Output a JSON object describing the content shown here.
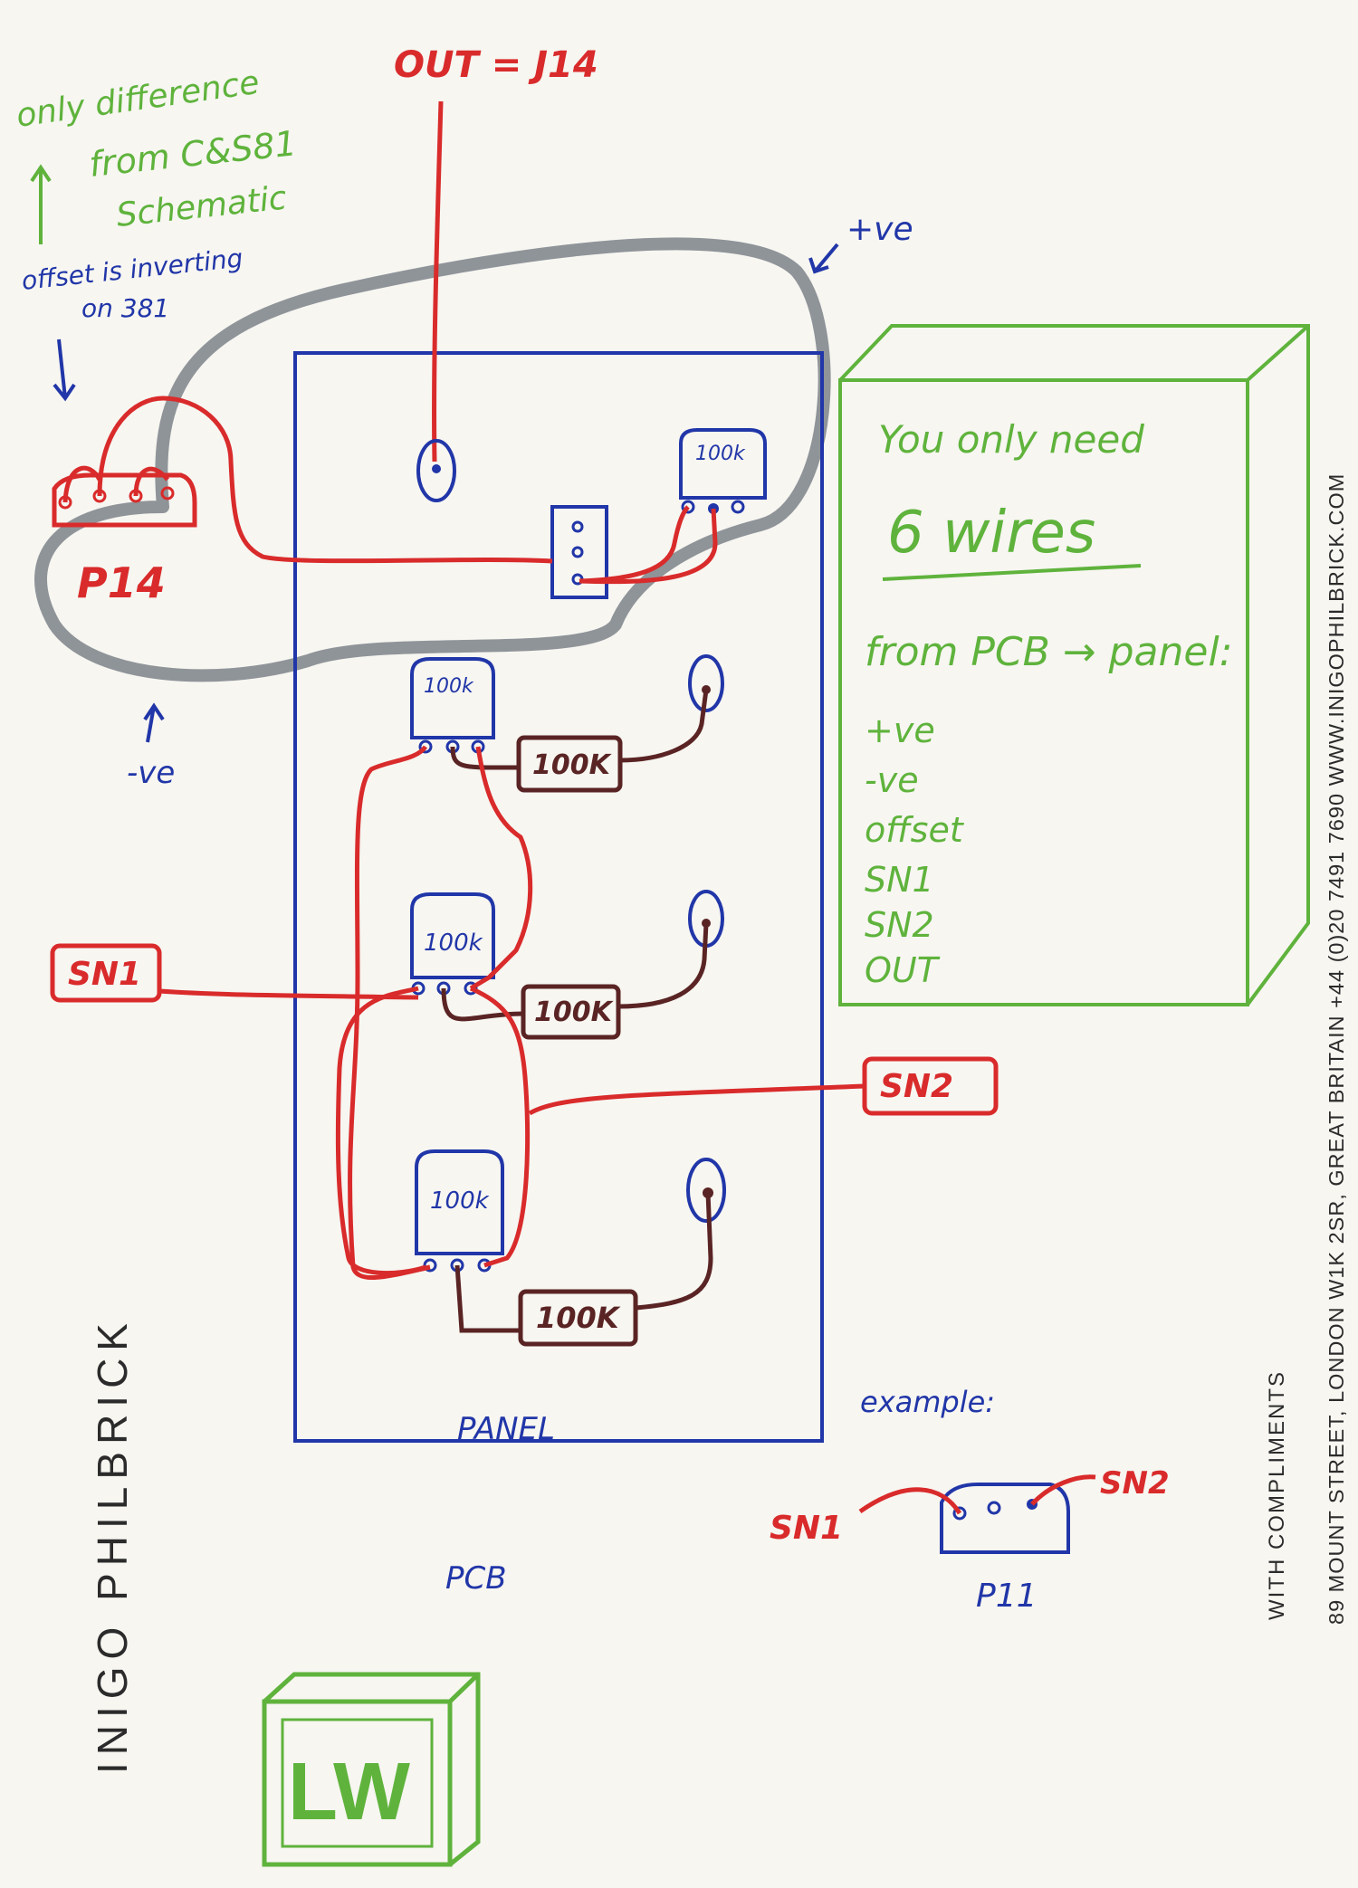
{
  "colors": {
    "paper": "#f7f6f1",
    "red": "#d92b2b",
    "blue": "#2136a8",
    "green": "#5fb33c",
    "brown": "#5a2424",
    "grey": "#8f9499",
    "print": "#2b2b2b"
  },
  "notes": {
    "top_output": "OUT = J14",
    "difference_lines": [
      "only difference",
      "from C&S81",
      "Schematic"
    ],
    "offset_lines": [
      "offset is inverting",
      "on 381"
    ],
    "pve": "+ve",
    "nve": "-ve",
    "connector_main": "P14",
    "panel": "PANEL",
    "pcb": "PCB",
    "example": "example:",
    "example_connector": "P11",
    "example_left": "SN1",
    "example_right": "SN2"
  },
  "boxes": {
    "sn1": "SN1",
    "sn2": "SN2"
  },
  "pots": {
    "top": "100k",
    "p1": "100k",
    "p2": "100k",
    "p3": "100k"
  },
  "resistors": {
    "r1": "100K",
    "r2": "100K",
    "r3": "100K"
  },
  "wire_note": {
    "line1": "You only need",
    "line2": "6 wires",
    "line3": "from PCB → panel:",
    "list": [
      "+ve",
      "-ve",
      "offset",
      "SN1",
      "SN2",
      "OUT"
    ]
  },
  "logo": {
    "text": "LW"
  },
  "letterhead": {
    "name": "INIGO PHILBRICK",
    "compliments": "WITH COMPLIMENTS",
    "address": "89 MOUNT STREET, LONDON W1K 2SR, GREAT BRITAIN   +44 (0)20 7491 7690   WWW.INIGOPHILBRICK.COM"
  }
}
